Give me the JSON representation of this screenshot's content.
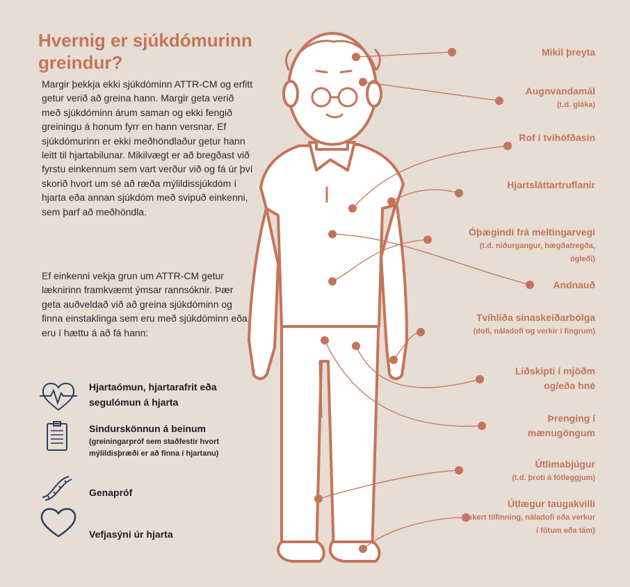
{
  "title": "Hvernig er sjúkdómurinn greindur?",
  "intro": "Margir þekkja ekki sjúkdóminn ATTR-CM og erfitt getur verið að greina hann. Margir geta verið með sjúkdóminn árum saman og ekki fengið greiningu á honum fyrr en hann versnar. Ef sjúkdómurinn er ekki meðhöndlaður getur hann leitt til hjartabilunar. Mikilvægt er að bregðast við fyrstu einkennum sem vart verður við og fá úr því skorið hvort um sé að ræða mýlildissjúkdóm í hjarta eða annan sjúkdóm með svipuð einkenni, sem þarf að meðhöndla.",
  "intro2": "Ef einkenni vekja grun um ATTR-CM getur læknirinn framkvæmt ýmsar rannsóknir. Þær geta auðveldað við að greina sjúkdóminn og finna einstaklinga sem eru með sjúkdóminn eða eru í hættu á að fá hann:",
  "tests": [
    {
      "label": "Hjartaómun, hjartarafrit eða segulómun á hjarta",
      "sub": "",
      "icon": "heartbeat-icon"
    },
    {
      "label": "Sindurskönnun á beinum",
      "sub": "(greiningarpróf sem staðfestir hvort mýlildisþræði er að finna í hjartanu)",
      "icon": "clipboard-icon"
    },
    {
      "label": "Genapróf",
      "sub": "",
      "icon": "dna-icon"
    },
    {
      "label": "Vefjasýni úr hjarta",
      "sub": "",
      "icon": "heart-icon"
    }
  ],
  "symptoms": [
    {
      "label": "Mikil þreyta",
      "sub": ""
    },
    {
      "label": "Augnvandamál",
      "sub": "(t.d. gláka)"
    },
    {
      "label": "Rof í tvíhöfðasin",
      "sub": ""
    },
    {
      "label": "Hjartsláttartruflanir",
      "sub": ""
    },
    {
      "label": "Óþægindi frá meltingarvegi",
      "sub": "(t.d. niðurgangur, hægðatregða, ógleði)"
    },
    {
      "label": "Andnauð",
      "sub": ""
    },
    {
      "label": "Tvíhliða sinaskeiðarbólga",
      "sub": "(dofi, náladofi og verkir í fingrum)"
    },
    {
      "label": "Liðskipti í mjöðm og/eða hné",
      "sub": ""
    },
    {
      "label": "Þrenging í mænugöngum",
      "sub": ""
    },
    {
      "label": "Útlimabjúgur",
      "sub": "(t.d. þroti á fótleggjum)"
    },
    {
      "label": "Útlægur taugakvilli",
      "sub": "(skert tilfinning, náladofi eða verkur í fótum eða tám)"
    }
  ],
  "colors": {
    "accent": "#c4745a",
    "background": "#e6ddd4",
    "icon": "#2e3d63",
    "text": "#2a2a2a"
  }
}
